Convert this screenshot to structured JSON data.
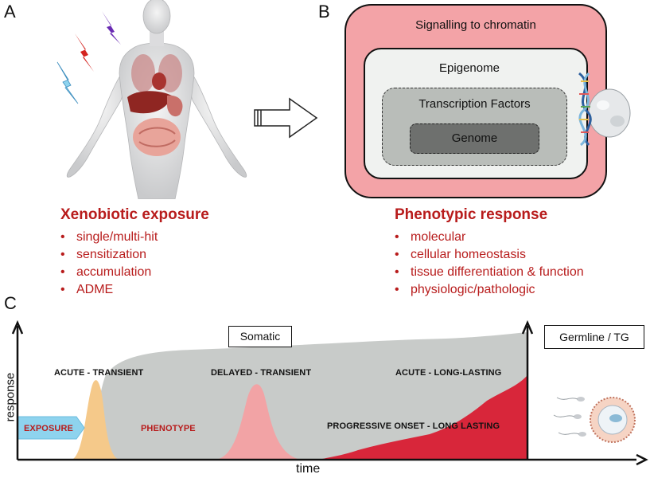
{
  "panel_a": {
    "letter": "A",
    "heading": "Xenobiotic exposure",
    "bullets": [
      "single/multi-hit",
      "sensitization",
      "accumulation",
      "ADME"
    ]
  },
  "panel_b": {
    "letter": "B",
    "outer_label": "Signalling to chromatin",
    "epigenome_label": "Epigenome",
    "tf_label": "Transcription Factors",
    "genome_label": "Genome",
    "heading": "Phenotypic response",
    "bullets": [
      "molecular",
      "cellular homeostasis",
      "tissue differentiation & function",
      "physiologic/pathologic"
    ]
  },
  "panel_c": {
    "letter": "C",
    "y_axis_label": "response",
    "x_axis_label": "time",
    "somatic_label": "Somatic",
    "germline_label": "Germline / TG",
    "labels": {
      "acute_transient": "ACUTE - TRANSIENT",
      "delayed_transient": "DELAYED - TRANSIENT",
      "acute_long_lasting": "ACUTE - LONG-LASTING",
      "exposure": "EXPOSURE",
      "phenotype": "PHENOTYPE",
      "progressive": "PROGRESSIVE ONSET - LONG LASTING"
    }
  },
  "colors": {
    "accent_red": "#b81c1c",
    "chromatin_pink": "#f3a3a7",
    "somatic_grey": "#c8cbc9",
    "acute_orange": "#f5c98a",
    "delayed_pink": "#f2a3a5",
    "progressive_red": "#d8263a",
    "exposure_blue": "#8ed3ee"
  }
}
